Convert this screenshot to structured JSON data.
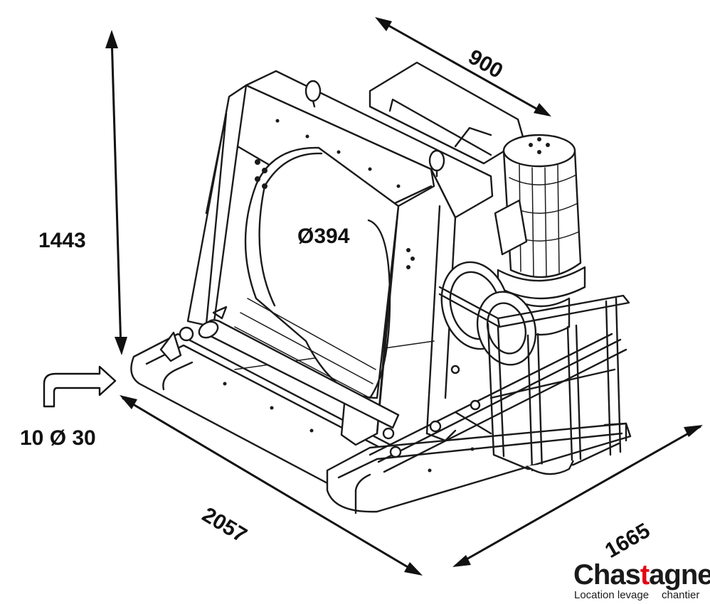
{
  "dimensions": {
    "height_label": "1443",
    "depth_label": "900",
    "drum_diameter_label": "Ø394",
    "length_label": "2057",
    "width_label": "1665",
    "fixing_label": "10 Ø 30"
  },
  "logo": {
    "name_part1": "Chas",
    "name_accent": "t",
    "name_part2": "agner",
    "tagline_left": "Location levage",
    "tagline_right": "chantier",
    "accent_color": "#e30613"
  },
  "colors": {
    "line": "#1a1a1a",
    "background": "#ffffff"
  }
}
